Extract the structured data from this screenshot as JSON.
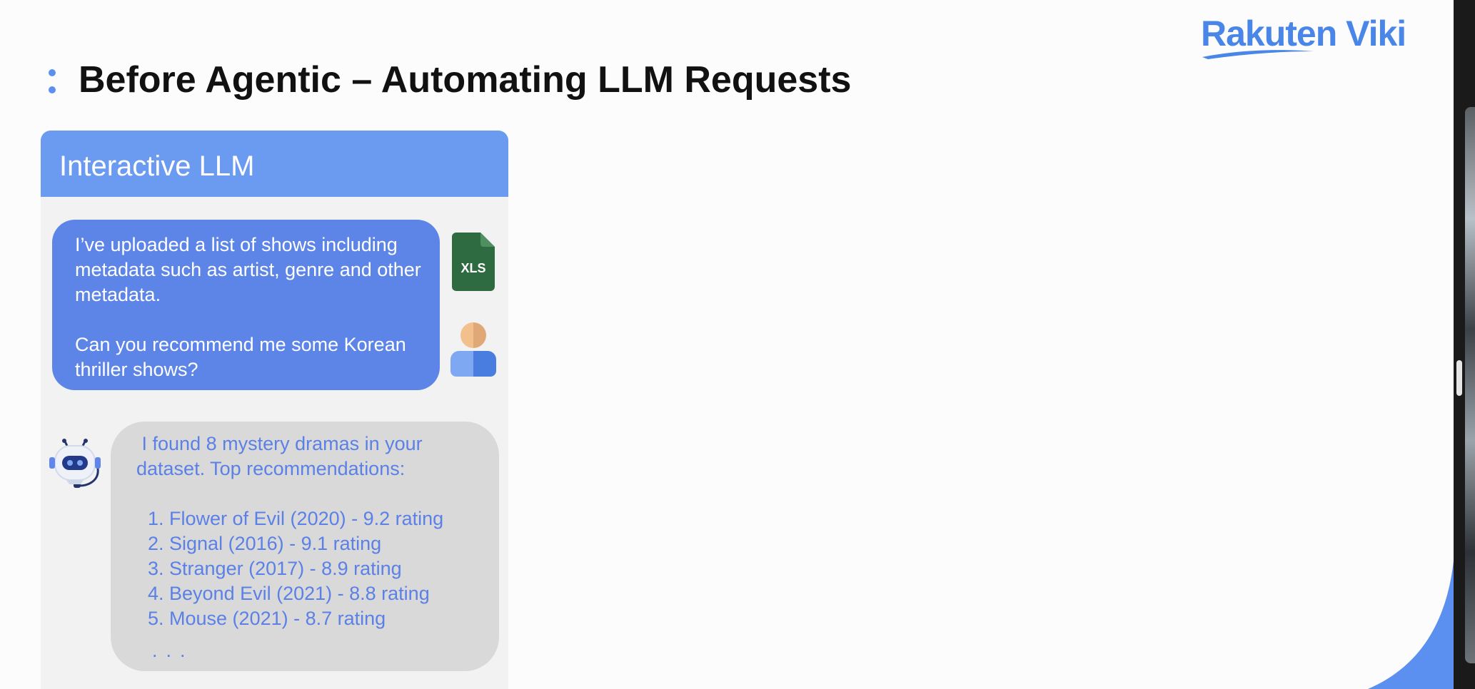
{
  "brand": {
    "logo_text": "Rakuten Viki",
    "accent_color": "#4a86e8"
  },
  "slide": {
    "title": "Before Agentic – Automating LLM Requests"
  },
  "panel": {
    "header": "Interactive LLM",
    "header_color": "#6b9bf1",
    "user_message": {
      "paragraph_1": "I’ve uploaded a list of shows including metadata such as artist, genre and other metadata.",
      "paragraph_2": "Can you recommend me some Korean thriller shows?",
      "bubble_color": "#5d84e7"
    },
    "attachment": {
      "icon": "xls-file-icon",
      "label": "XLS",
      "color": "#2f6b41"
    },
    "user_avatar_icon": "user-avatar-icon",
    "bot_avatar_icon": "robot-assistant-icon",
    "bot_message": {
      "intro": " I found 8 mystery dramas in your dataset. Top recommendations:",
      "items": [
        "1. Flower of Evil (2020) - 9.2 rating",
        "2. Signal (2016) - 9.1 rating",
        "3. Stranger (2017) - 8.9 rating",
        "4. Beyond Evil (2021) - 8.8 rating",
        "5. Mouse (2021) - 8.7 rating"
      ],
      "more": "...",
      "text_color": "#5b80e6",
      "bubble_color": "#d9d9da"
    }
  }
}
